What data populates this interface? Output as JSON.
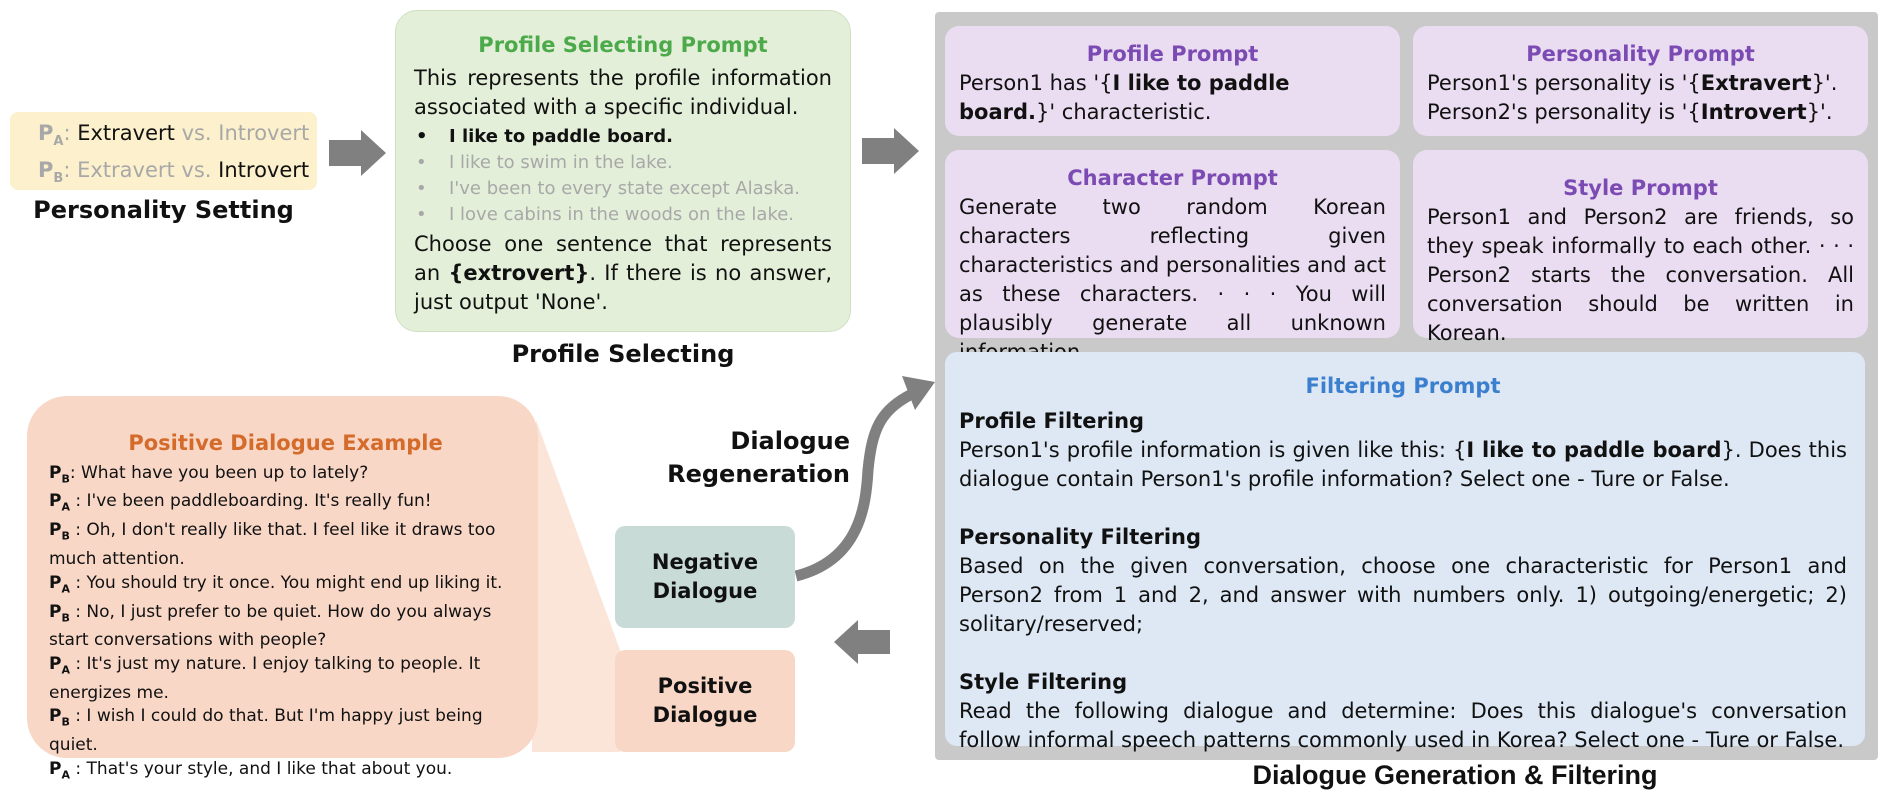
{
  "personality_setting": {
    "line_a": {
      "speaker": "P",
      "sub": "A",
      "first": "Extravert",
      "vs": " vs. ",
      "second": "Introvert",
      "highlight": "first"
    },
    "line_b": {
      "speaker": "P",
      "sub": "B",
      "first": "Extravert",
      "vs": " vs. ",
      "second": "Introvert",
      "highlight": "second"
    },
    "caption": "Personality Setting",
    "colors": {
      "box": "#fcf1cc",
      "faded": "#a8a8a8"
    }
  },
  "profile_selecting": {
    "title": "Profile Selecting Prompt",
    "intro": "This represents the profile information associated with a specific individual.",
    "items": [
      "I like to paddle board.",
      "I like to swim in the lake.",
      "I've been to every state except Alaska.",
      "I love cabins in the woods on the lake."
    ],
    "instruction_pre": "Choose one sentence that represents an ",
    "instruction_keyword": "{extrovert}",
    "instruction_post": ". If there is no answer, just output 'None'.",
    "caption": "Profile Selecting",
    "colors": {
      "box": "#e3efd9",
      "title": "#4caa4a"
    }
  },
  "generation": {
    "profile_prompt": {
      "title": "Profile Prompt",
      "pre": "Person1 has '{",
      "bold": "I like to paddle board.",
      "post": "}' characteristic."
    },
    "personality_prompt": {
      "title": "Personality Prompt",
      "line1_pre": "Person1's personality is '{",
      "line1_bold": "Extravert",
      "line1_post": "}'.",
      "line2_pre": "Person2's personality is '{",
      "line2_bold": "Introvert",
      "line2_post": "}'."
    },
    "character_prompt": {
      "title": "Character Prompt",
      "text": "Generate two random Korean characters reflecting given characteristics and personalities and act as these characters. · · · You will plausibly generate all unknown information."
    },
    "style_prompt": {
      "title": "Style Prompt",
      "text": "Person1 and Person2 are friends, so they speak informally to each other. · · · Person2 starts the conversation. All conversation should be written in Korean."
    },
    "filtering_prompt": {
      "title": "Filtering Prompt",
      "profile_filtering": {
        "title": "Profile Filtering",
        "pre": "Person1's profile information is given like this: {",
        "bold": "I like to paddle board",
        "post": "}. Does this dialogue contain Person1's profile information? Select one - Ture or False."
      },
      "personality_filtering": {
        "title": "Personality Filtering",
        "text": "Based on the given conversation, choose one characteristic for Person1 and Person2 from 1 and 2, and answer with numbers only. 1) outgoing/energetic; 2) solitary/reserved;"
      },
      "style_filtering": {
        "title": "Style Filtering",
        "text": "Read the following dialogue and determine: Does this dialogue's conversation follow informal speech patterns commonly used in Korea? Select one - Ture or False."
      }
    },
    "caption": "Dialogue Generation & Filtering",
    "colors": {
      "panel": "#c9c9c9",
      "prompt_box": "#eadcf1",
      "prompt_title": "#7b4bb3",
      "filter_box": "#dde8f4",
      "filter_title": "#3d7fcf"
    }
  },
  "dialogue": {
    "regeneration_label_1": "Dialogue",
    "regeneration_label_2": "Regeneration",
    "negative_1": "Negative",
    "negative_2": "Dialogue",
    "positive_1": "Positive",
    "positive_2": "Dialogue",
    "colors": {
      "negative": "#c8dbd7",
      "positive": "#f8d7c7",
      "arrow": "#808080"
    }
  },
  "example": {
    "title": "Positive Dialogue Example",
    "lines": [
      {
        "speaker": "P",
        "sub": "B",
        "sep": ": ",
        "text": "What have you been up to lately?"
      },
      {
        "speaker": "P",
        "sub": "A",
        "sep": " : ",
        "text": "I've been paddleboarding. It's really fun!"
      },
      {
        "speaker": "P",
        "sub": "B",
        "sep": " : ",
        "text": "Oh, I don't really like that. I feel like it draws too much attention."
      },
      {
        "speaker": "P",
        "sub": "A",
        "sep": " : ",
        "text": "You should try it once. You might end up liking it."
      },
      {
        "speaker": "P",
        "sub": "B",
        "sep": " : ",
        "text": "No, I just prefer to be quiet. How do you always start conversations with people?"
      },
      {
        "speaker": "P",
        "sub": "A",
        "sep": " : ",
        "text": "It's just my nature. I enjoy talking to people. It energizes me."
      },
      {
        "speaker": "P",
        "sub": "B",
        "sep": " : ",
        "text": "I wish I could do that. But I'm happy just being quiet."
      },
      {
        "speaker": "P",
        "sub": "A",
        "sep": " : ",
        "text": "That's your style, and I like that about you."
      }
    ],
    "colors": {
      "box": "#f8d7c7",
      "title": "#d46b2a"
    }
  }
}
